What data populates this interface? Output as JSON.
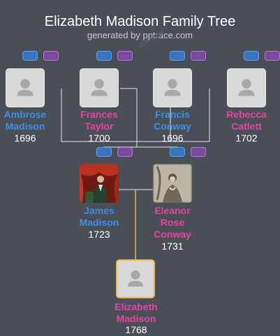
{
  "header": {
    "title": "Elizabeth Madison Family Tree",
    "subtitle": "generated by pptrace.com",
    "watermark": "pptrace"
  },
  "people": {
    "ambrose": {
      "name_lines": [
        "Ambrose",
        "Madison"
      ],
      "year": "1696",
      "gender": "male"
    },
    "frances": {
      "name_lines": [
        "Frances",
        "Taylor"
      ],
      "year": "1700",
      "gender": "female"
    },
    "francis": {
      "name_lines": [
        "Francis",
        "Conway"
      ],
      "year": "1696",
      "gender": "male"
    },
    "rebecca": {
      "name_lines": [
        "Rebecca",
        "Catlett"
      ],
      "year": "1702",
      "gender": "female"
    },
    "james": {
      "name_lines": [
        "James",
        "Madison"
      ],
      "year": "1723",
      "gender": "male"
    },
    "eleanor": {
      "name_lines": [
        "Eleanor",
        "Rose",
        "Conway"
      ],
      "year": "1731",
      "gender": "female"
    },
    "elizabeth": {
      "name_lines": [
        "Elizabeth",
        "Madison"
      ],
      "year": "1768",
      "gender": "female"
    }
  },
  "colors": {
    "background": "#4a4e57",
    "male": "#3d8fe6",
    "female": "#e545a0",
    "connector": "#e6e6e6",
    "descendant_line": "#e8b84f",
    "father_pill": "#3a74bd",
    "mother_pill": "#7a4a9e"
  },
  "icons": {
    "placeholder": "person-silhouette-icon",
    "father_link": "father-pill-icon",
    "mother_link": "mother-pill-icon"
  }
}
